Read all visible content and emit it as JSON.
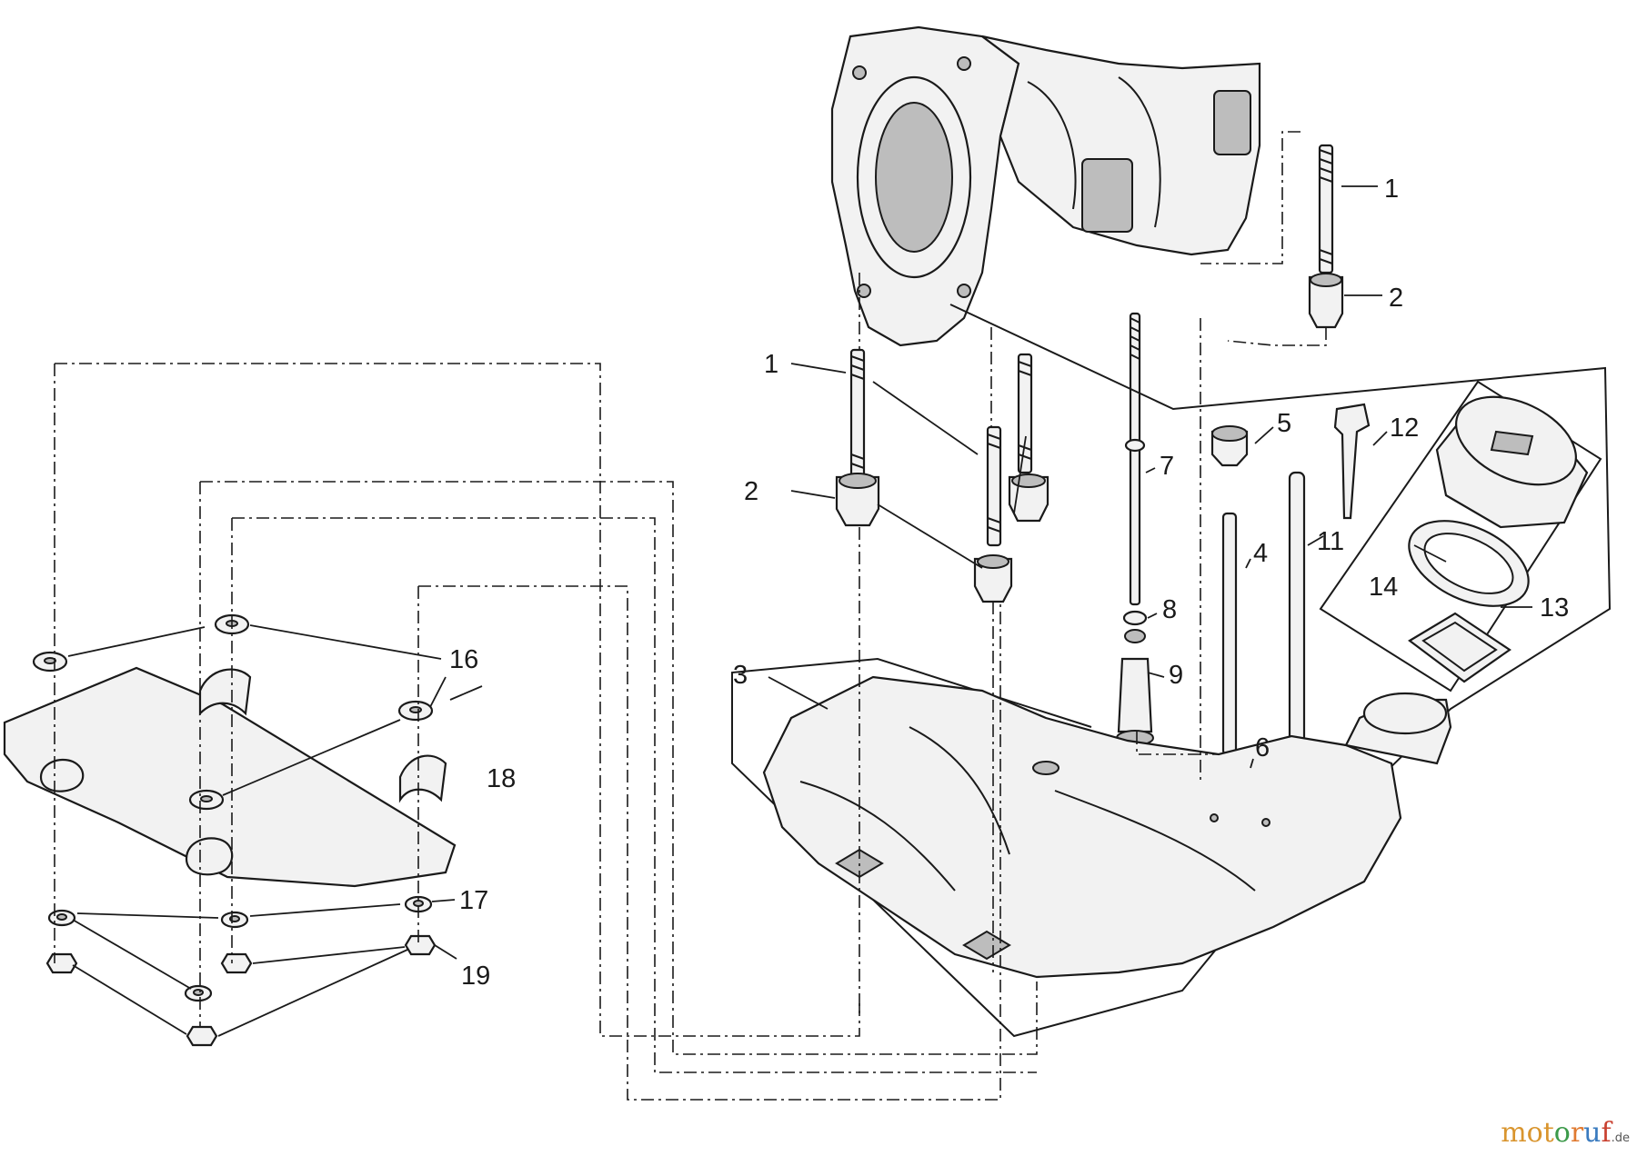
{
  "callouts": {
    "c1_right": "1",
    "c2_right": "2",
    "c1_left": "1",
    "c2_left": "2",
    "c3": "3",
    "c4": "4",
    "c5": "5",
    "c6": "6",
    "c7": "7",
    "c8": "8",
    "c9": "9",
    "c11": "11",
    "c12": "12",
    "c13": "13",
    "c14": "14",
    "c16": "16",
    "c17": "17",
    "c18": "18",
    "c19": "19"
  },
  "watermark": {
    "p1": "mot",
    "p2": "o",
    "p3": "r",
    "p4": "u",
    "p5": "f",
    "tld": ".de"
  },
  "colors": {
    "ink": "#1a1a1a",
    "part_fill": "#f2f2f2"
  }
}
